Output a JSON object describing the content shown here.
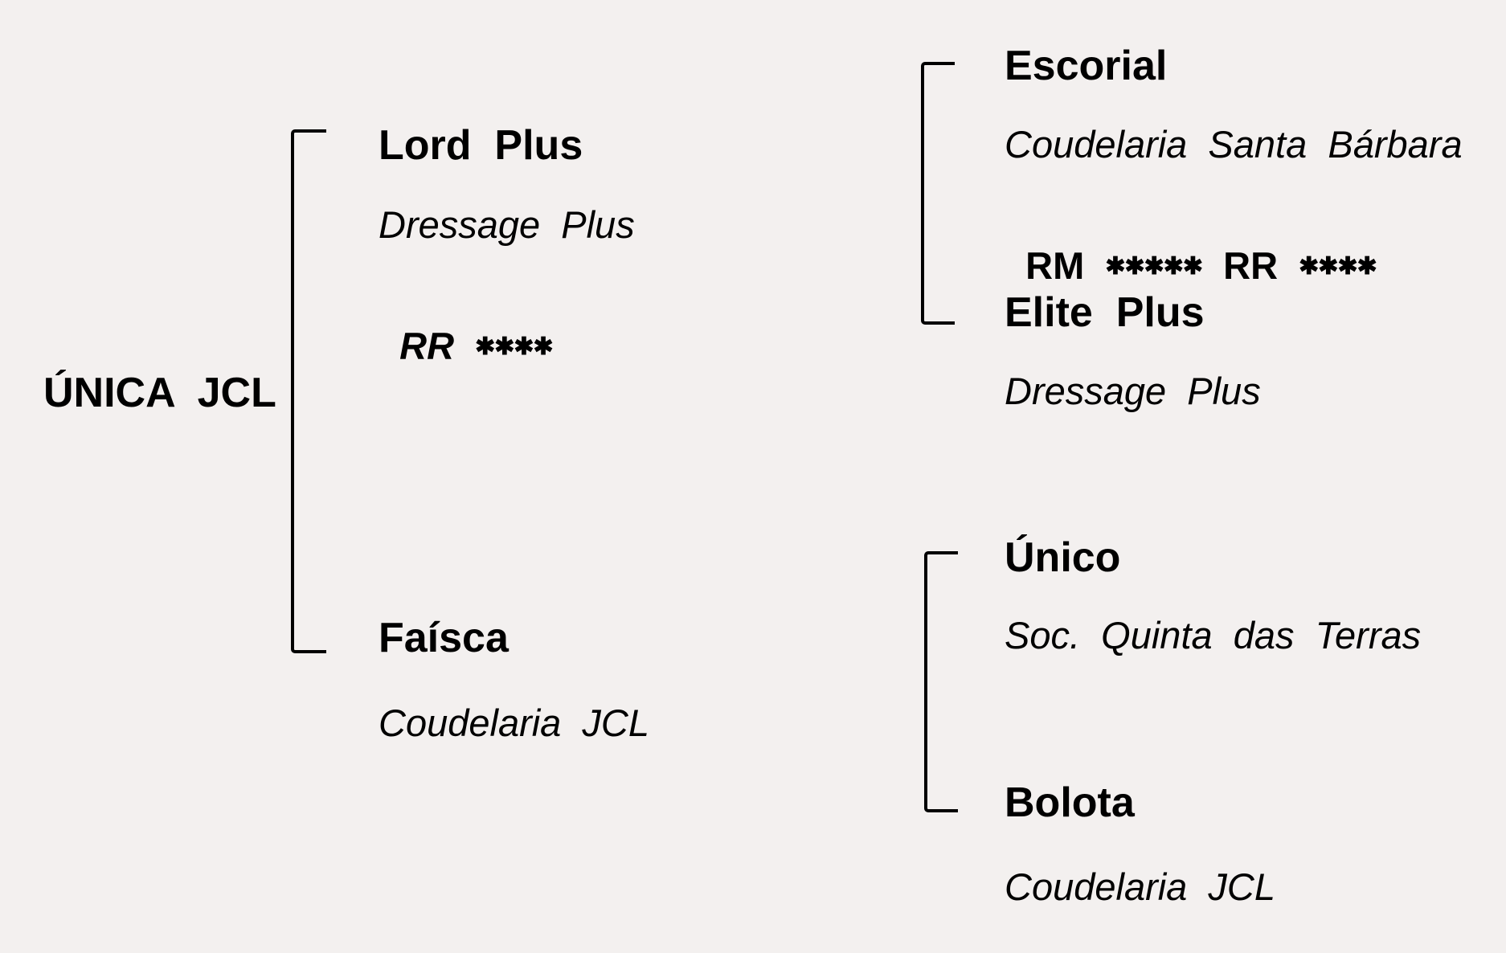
{
  "pedigree": {
    "subject": {
      "name": "ÚNICA  JCL"
    },
    "sire": {
      "name": "Lord  Plus",
      "breeder": "Dressage  Plus",
      "ratings": [
        {
          "label": "RR",
          "stars": "✱✱✱✱"
        }
      ]
    },
    "dam": {
      "name": "Faísca",
      "breeder": "Coudelaria  JCL"
    },
    "sire_sire": {
      "name": "Escorial",
      "breeder": "Coudelaria  Santa  Bárbara",
      "ratings": [
        {
          "label": "RM",
          "stars": "✱✱✱✱✱"
        },
        {
          "label": "RR",
          "stars": "✱✱✱✱"
        }
      ]
    },
    "sire_dam": {
      "name": "Elite  Plus",
      "breeder": "Dressage  Plus"
    },
    "dam_sire": {
      "name": "Único",
      "breeder": "Soc.  Quinta  das  Terras"
    },
    "dam_dam": {
      "name": "Bolota",
      "breeder": "Coudelaria  JCL"
    }
  }
}
